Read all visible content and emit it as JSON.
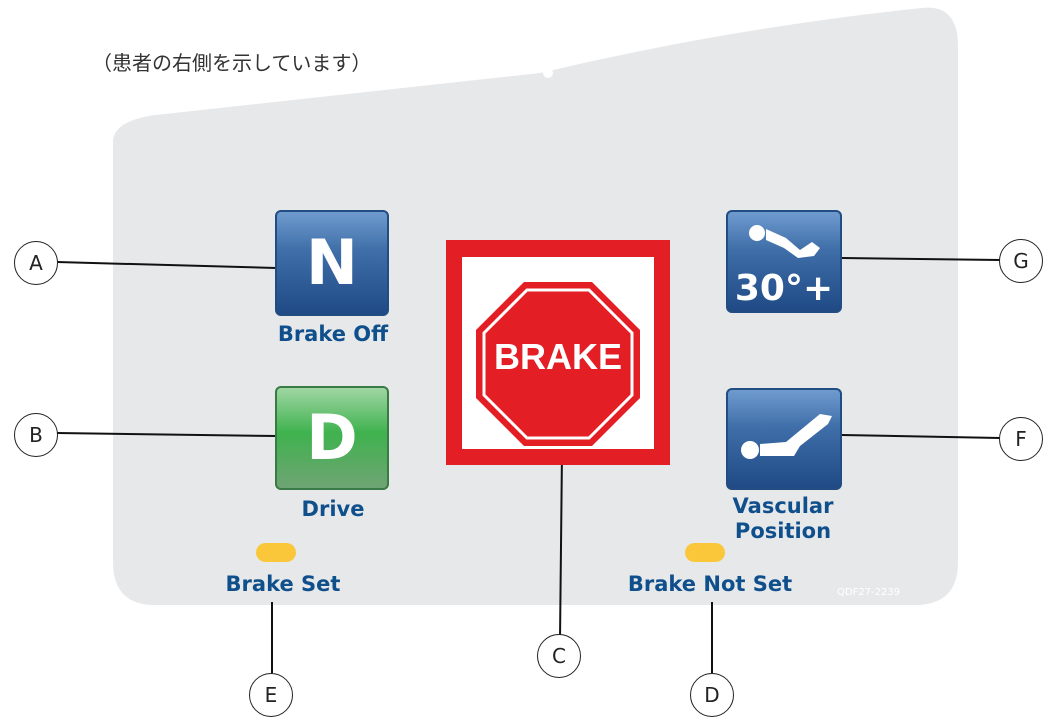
{
  "caption": "（患者の右側を示しています）",
  "buttons": {
    "neutral": {
      "letter": "N",
      "label": "Brake Off"
    },
    "drive": {
      "letter": "D",
      "label": "Drive"
    },
    "brake": {
      "text": "BRAKE"
    },
    "recline": {
      "text": "30°+",
      "icon": "reclined-patient-icon"
    },
    "vascular": {
      "label_line1": "Vascular",
      "label_line2": "Position",
      "icon": "vascular-position-patient-icon"
    }
  },
  "indicators": {
    "brake_set": "Brake Set",
    "brake_not_set": "Brake Not Set"
  },
  "callouts": {
    "a": "A",
    "b": "B",
    "c": "C",
    "d": "D",
    "e": "E",
    "f": "F",
    "g": "G"
  },
  "doc_id": "QDF27-2239",
  "colors": {
    "panel": "#e7e8ea",
    "label_blue": "#0f4f8c",
    "brake_red": "#e31e24",
    "led_amber": "#fbc73a",
    "drive_green": "#3fb24e"
  }
}
